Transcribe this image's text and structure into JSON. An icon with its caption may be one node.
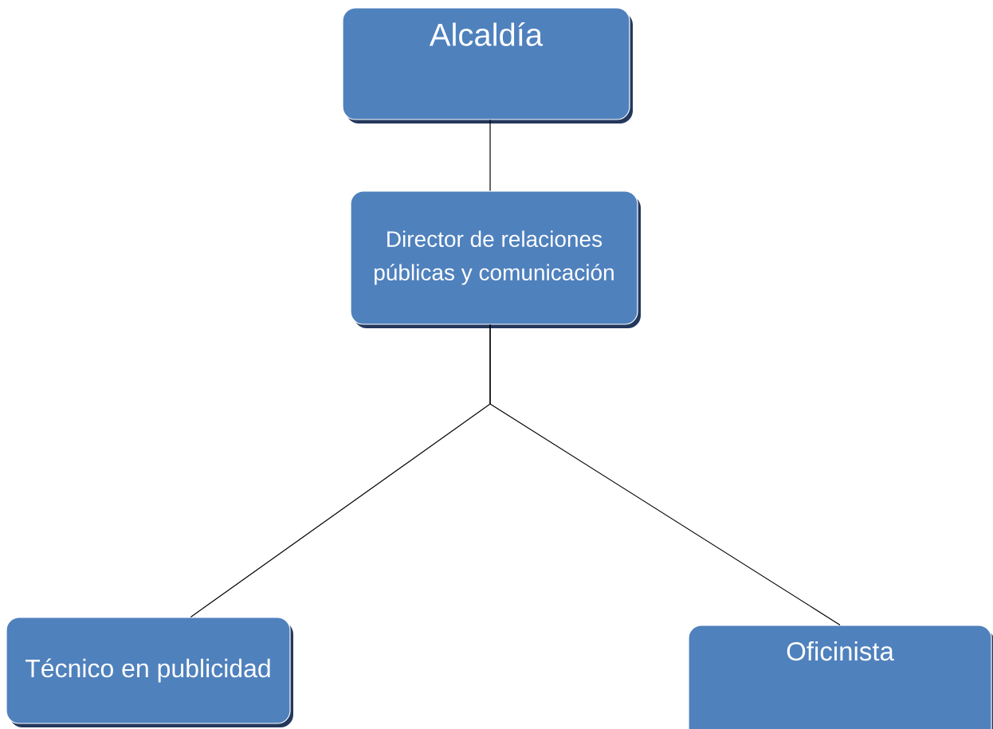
{
  "diagram": {
    "nodes": [
      {
        "text": [
          "Alcaldía"
        ]
      },
      {
        "text": [
          "Director de relaciones públicas y comunicación"
        ]
      },
      {
        "text": [
          "Técnico en publicidad"
        ]
      },
      {
        "text": [
          "Oficinista"
        ]
      }
    ],
    "edges": [
      {
        "from": 0,
        "to": 1,
        "arrow": "none"
      },
      {
        "from": 1,
        "to": 2,
        "arrow": "none"
      },
      {
        "from": 1,
        "to": 3,
        "arrow": "none"
      }
    ]
  }
}
